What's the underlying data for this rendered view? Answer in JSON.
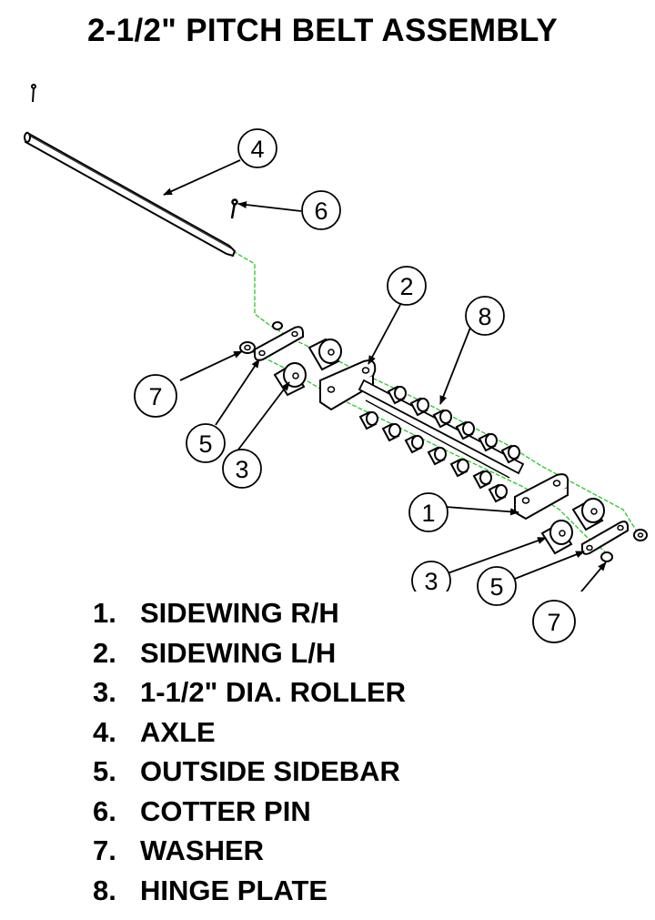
{
  "title": "2-1/2\" PITCH BELT ASSEMBLY",
  "callouts": {
    "c4": "4",
    "c6": "6",
    "c2": "2",
    "c8": "8",
    "c7a": "7",
    "c5a": "5",
    "c3a": "3",
    "c1": "1",
    "c3b": "3",
    "c5b": "5",
    "c7b": "7"
  },
  "parts": [
    {
      "num": "1.",
      "name": "SIDEWING R/H"
    },
    {
      "num": "2.",
      "name": "SIDEWING L/H"
    },
    {
      "num": "3.",
      "name": "1-1/2\" DIA. ROLLER"
    },
    {
      "num": "4.",
      "name": "AXLE"
    },
    {
      "num": "5.",
      "name": "OUTSIDE SIDEBAR"
    },
    {
      "num": "6.",
      "name": "COTTER PIN"
    },
    {
      "num": "7.",
      "name": "WASHER"
    },
    {
      "num": "8.",
      "name": "HINGE PLATE"
    }
  ],
  "colors": {
    "line": "#000000",
    "centerline": "#22cc22",
    "background": "#ffffff"
  }
}
